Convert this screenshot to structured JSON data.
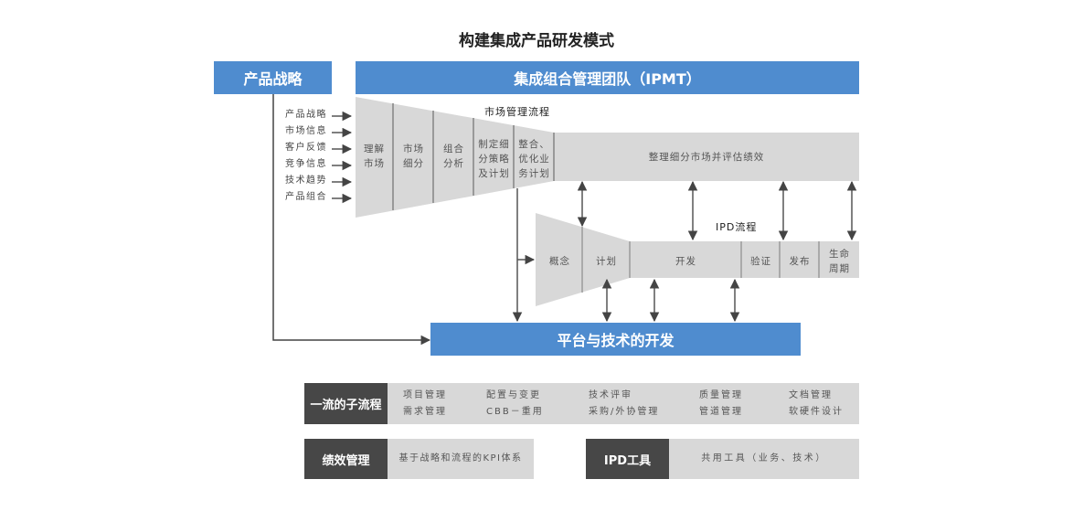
{
  "title": "构建集成产品研发模式",
  "header": {
    "strategy_label": "产品战略",
    "ipmt_label": "集成组合管理团队（IPMT）"
  },
  "inputs": [
    "产品战略",
    "市场信息",
    "客户反馈",
    "竞争信息",
    "技术趋势",
    "产品组合"
  ],
  "market_process": {
    "title": "市场管理流程",
    "stages": [
      "理解\n市场",
      "市场\n细分",
      "组合\n分析",
      "制定细\n分策略\n及计划",
      "整合、\n优化业\n务计划"
    ],
    "band_label": "整理细分市场并评估绩效"
  },
  "ipd_process": {
    "title": "IPD流程",
    "stages": [
      "概念",
      "计划",
      "开发",
      "验证",
      "发布",
      "生命\n周期"
    ]
  },
  "platform_label": "平台与技术的开发",
  "subprocess": {
    "label": "一流的子流程",
    "columns": [
      [
        "项目管理",
        "需求管理"
      ],
      [
        "配置与变更",
        "CBB－重用"
      ],
      [
        "技术评审",
        "采购/外协管理"
      ],
      [
        "质量管理",
        "管道管理"
      ],
      [
        "文档管理",
        "软硬件设计"
      ]
    ]
  },
  "performance": {
    "label": "绩效管理",
    "value": "基于战略和流程的KPI体系"
  },
  "tools": {
    "label": "IPD工具",
    "value": "共用工具（业务、技术）"
  },
  "colors": {
    "blue": "#4f8ccf",
    "grey": "#d8d8d8",
    "dark": "#474747",
    "arrow": "#555555"
  }
}
